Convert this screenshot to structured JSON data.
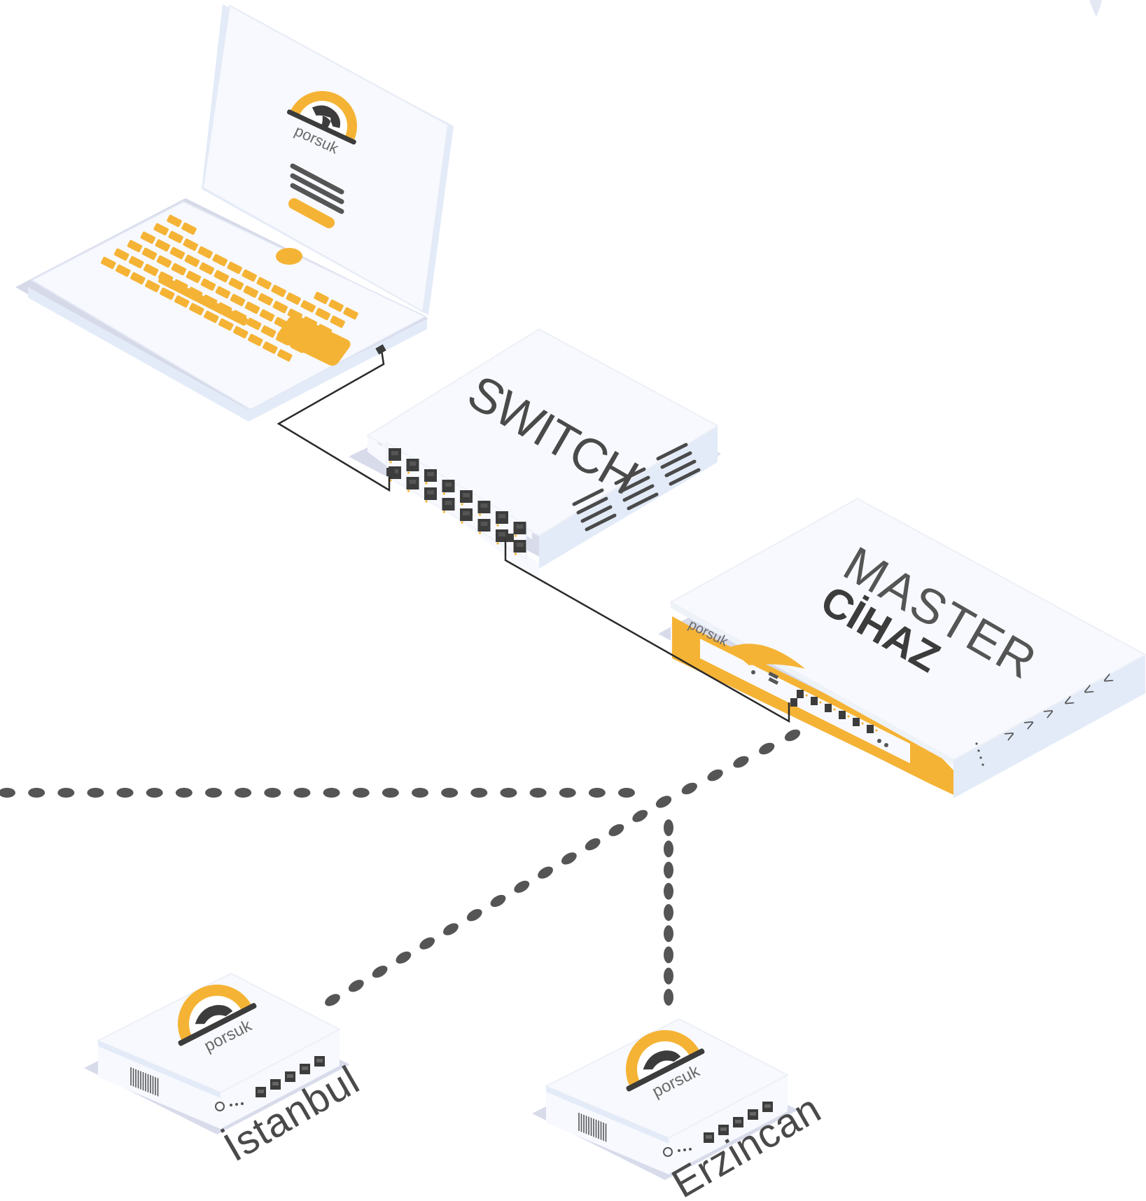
{
  "brand": {
    "logo_text": "porsuk",
    "accent": "#f5b335",
    "dark": "#3c3c3c",
    "device_face": "#f7f9fe",
    "device_side": "#e3ebf8",
    "shadow": "#d6d9e8"
  },
  "laptop": {
    "name": "laptop",
    "logo_text": "porsuk"
  },
  "switch": {
    "label": "SWITCH",
    "port_count": 16
  },
  "master": {
    "title_line1": "MASTER",
    "title_line2": "CİHAZ",
    "logo_text": "porsuk"
  },
  "sites": [
    {
      "label": "İstanbul",
      "logo_text": "porsuk",
      "port_count": 5
    },
    {
      "label": "Erzincan",
      "logo_text": "porsuk",
      "port_count": 5
    }
  ]
}
